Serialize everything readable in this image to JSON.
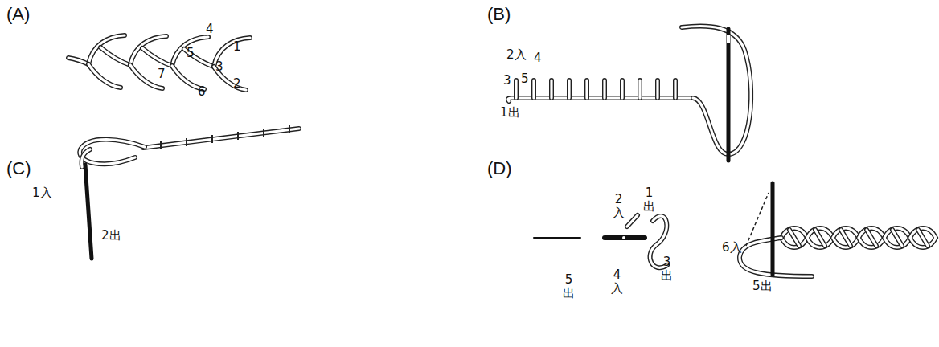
{
  "diagram": {
    "labels": [
      "(A)",
      "4",
      "1",
      "5",
      "3",
      "7",
      "2",
      "6",
      "(B)",
      "2入",
      "4",
      "3",
      "5",
      "1出",
      "(C)",
      "1入",
      "2出",
      "(D)",
      "2入",
      "1出",
      "3出",
      "5出",
      "4入",
      "6入",
      "5出"
    ]
  }
}
